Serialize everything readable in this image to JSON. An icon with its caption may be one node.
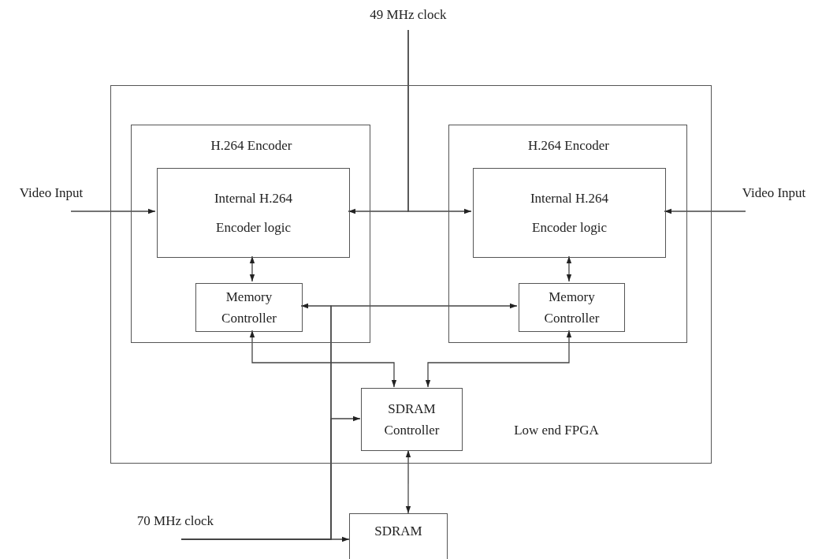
{
  "diagram": {
    "nodes": [
      {
        "text": [
          "Low end FPGA"
        ]
      },
      {
        "text": [
          "H.264 Encoder"
        ],
        "in": 0
      },
      {
        "text": [
          "Internal H.264 Encoder logic"
        ],
        "in": 1
      },
      {
        "text": [
          "Memory Controller"
        ],
        "in": 1
      },
      {
        "text": [
          "H.264 Encoder"
        ],
        "in": 0
      },
      {
        "text": [
          "Internal H.264 Encoder logic"
        ],
        "in": 4
      },
      {
        "text": [
          "Memory Controller"
        ],
        "in": 4
      },
      {
        "text": [
          "SDRAM Controller"
        ],
        "in": 0
      },
      {
        "text": [
          "SDRAM"
        ]
      },
      {
        "text": [
          "49 MHz clock"
        ]
      },
      {
        "text": [
          "70 MHz clock"
        ]
      },
      {
        "text": [
          "Video Input"
        ]
      },
      {
        "text": [
          "Video Input"
        ]
      }
    ],
    "edges": [
      {
        "from": 9,
        "to": 2,
        "arrow": "to"
      },
      {
        "from": 9,
        "to": 5,
        "arrow": "to"
      },
      {
        "from": 11,
        "to": 2,
        "arrow": "to"
      },
      {
        "from": 12,
        "to": 5,
        "arrow": "to"
      },
      {
        "from": 2,
        "to": 3,
        "arrow": "both"
      },
      {
        "from": 5,
        "to": 6,
        "arrow": "both"
      },
      {
        "from": 10,
        "to": 3,
        "arrow": "to"
      },
      {
        "from": 10,
        "to": 6,
        "arrow": "to"
      },
      {
        "from": 10,
        "to": 7,
        "arrow": "to"
      },
      {
        "from": 10,
        "to": 8,
        "arrow": "to"
      },
      {
        "from": 3,
        "to": 7,
        "arrow": "both"
      },
      {
        "from": 6,
        "to": 7,
        "arrow": "both"
      },
      {
        "from": 7,
        "to": 8,
        "arrow": "both"
      }
    ]
  }
}
